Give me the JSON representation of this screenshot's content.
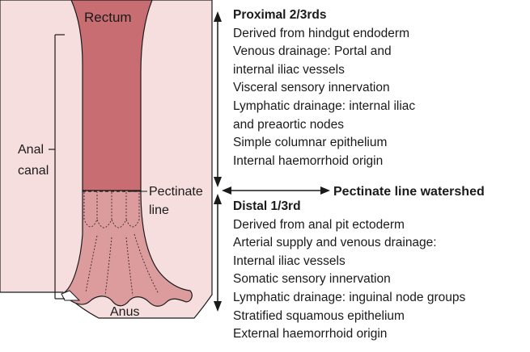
{
  "labels": {
    "rectum": "Rectum",
    "anal_canal_line1": "Anal",
    "anal_canal_line2": "canal",
    "pectinate_line1": "Pectinate",
    "pectinate_line2": "line",
    "anus": "Anus",
    "watershed": "Pectinate line watershed"
  },
  "proximal": {
    "title": "Proximal 2/3rds",
    "lines": [
      "Derived from hindgut endoderm",
      "Venous drainage: Portal and",
      "internal iliac vessels",
      "Visceral sensory innervation",
      "Lymphatic drainage:  internal iliac",
      "and preaortic nodes",
      "Simple columnar epithelium",
      "Internal haemorrhoid origin"
    ]
  },
  "distal": {
    "title": "Distal 1/3rd",
    "lines": [
      "Derived from anal pit ectoderm",
      "Arterial supply and venous drainage:",
      "Internal iliac vessels",
      "Somatic sensory innervation",
      "Lymphatic drainage: inguinal node groups",
      "Stratified squamous epithelium",
      "External haemorrhoid origin"
    ]
  },
  "colors": {
    "tissue": "#f6dede",
    "rectum": "#c86e72",
    "anal_canal": "#dc9c9e",
    "outline": "#1a1a1a"
  }
}
